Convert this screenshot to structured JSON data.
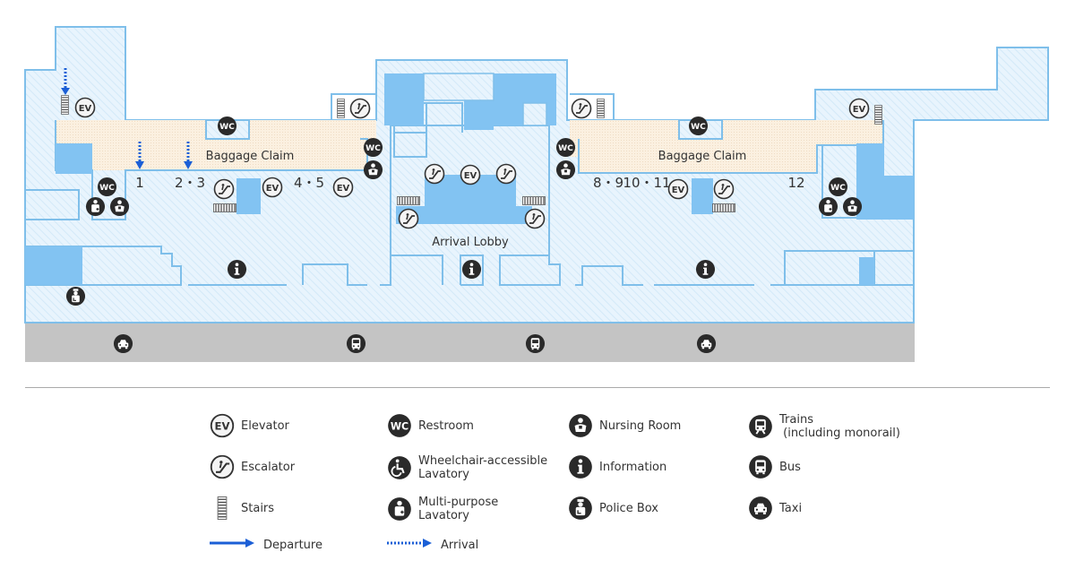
{
  "map": {
    "areas": {
      "baggage_claim_left": "Baggage Claim",
      "baggage_claim_right": "Baggage Claim",
      "arrival_lobby": "Arrival Lobby"
    },
    "carousels": [
      "1",
      "2・3",
      "4・5",
      "8・9",
      "10・11",
      "12"
    ],
    "icon_text": {
      "ev": "EV",
      "wc": "WC"
    },
    "colors": {
      "floor": "#e6f3fc",
      "wall": "#7fbfea",
      "void": "#82c3f2",
      "baggage": "#fbefdf",
      "road": "#c4c4c4",
      "icon_dark": "#2a2a2a",
      "arrow": "#1b5fd6"
    },
    "transport": [
      "taxi",
      "bus",
      "bus",
      "taxi"
    ]
  },
  "legend": {
    "items": [
      {
        "icon": "elevator",
        "label": [
          "Elevator"
        ]
      },
      {
        "icon": "escalator",
        "label": [
          "Escalator"
        ]
      },
      {
        "icon": "stairs",
        "label": [
          "Stairs"
        ]
      },
      {
        "icon": "departure-arrow",
        "label": [
          "Departure"
        ]
      },
      {
        "icon": "restroom",
        "label": [
          "Restroom"
        ]
      },
      {
        "icon": "wheelchair",
        "label": [
          "Wheelchair-accessible",
          "Lavatory"
        ]
      },
      {
        "icon": "multipurpose",
        "label": [
          "Multi-purpose",
          "Lavatory"
        ]
      },
      {
        "icon": "arrival-arrow",
        "label": [
          "Arrival"
        ]
      },
      {
        "icon": "nursing",
        "label": [
          "Nursing Room"
        ]
      },
      {
        "icon": "information",
        "label": [
          "Information"
        ]
      },
      {
        "icon": "police",
        "label": [
          "Police Box"
        ]
      },
      {
        "icon": "train",
        "label": [
          "Trains",
          " (including monorail)"
        ]
      },
      {
        "icon": "bus",
        "label": [
          "Bus"
        ]
      },
      {
        "icon": "taxi",
        "label": [
          "Taxi"
        ]
      }
    ]
  }
}
